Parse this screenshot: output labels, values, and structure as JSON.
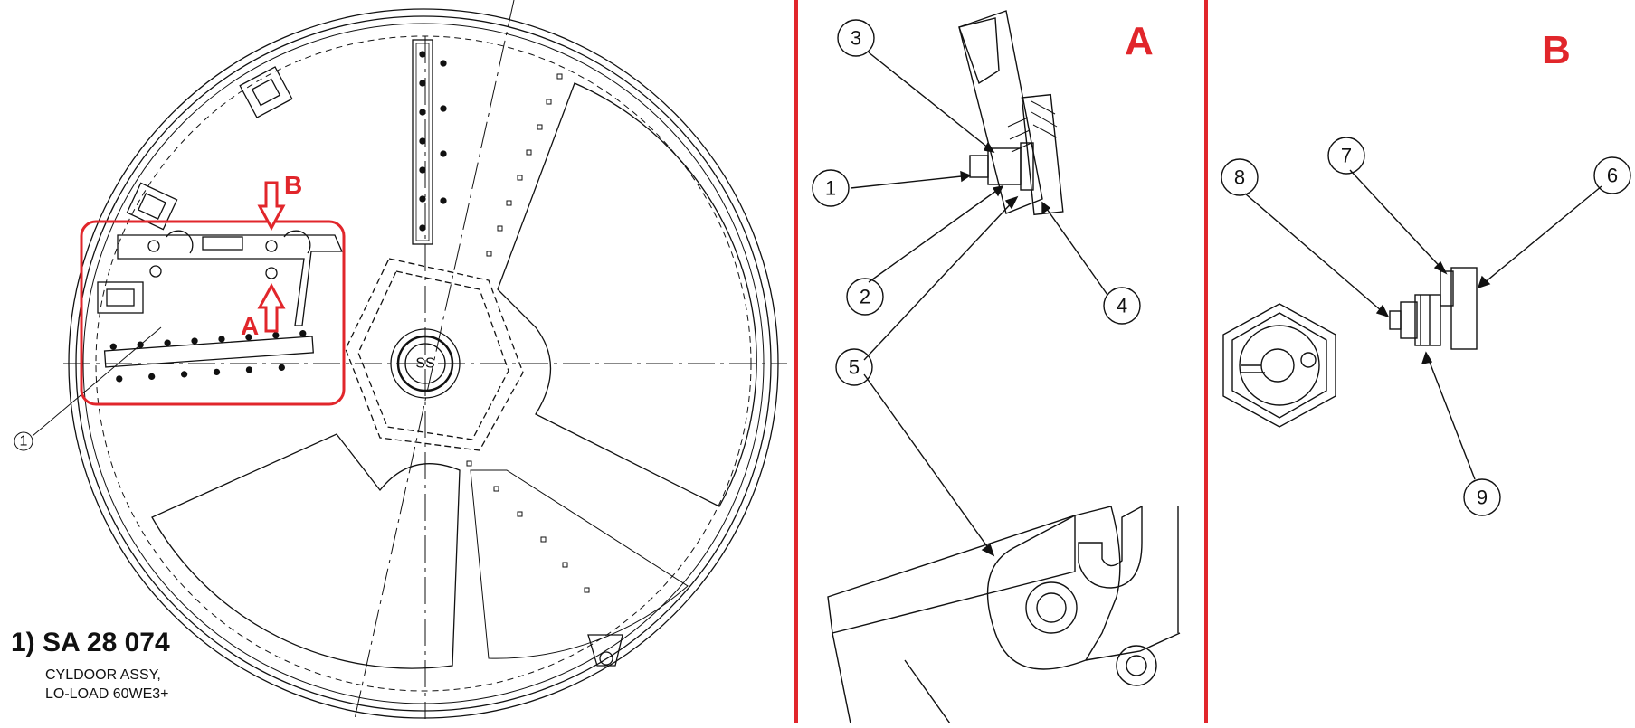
{
  "panels": {
    "main": {
      "part_number": "1) SA 28 074",
      "description_line1": "CYLDOOR ASSY,",
      "description_line2": "LO-LOAD 60WE3+",
      "hub_label": "SS",
      "callout": "1",
      "marker_a": "A",
      "marker_b": "B"
    },
    "detail_a": {
      "title": "A",
      "callouts": [
        "1",
        "2",
        "3",
        "4",
        "5"
      ]
    },
    "detail_b": {
      "title": "B",
      "callouts": [
        "6",
        "7",
        "8",
        "9"
      ]
    }
  },
  "colors": {
    "accent_red": "#e1262b",
    "line": "#111111"
  }
}
